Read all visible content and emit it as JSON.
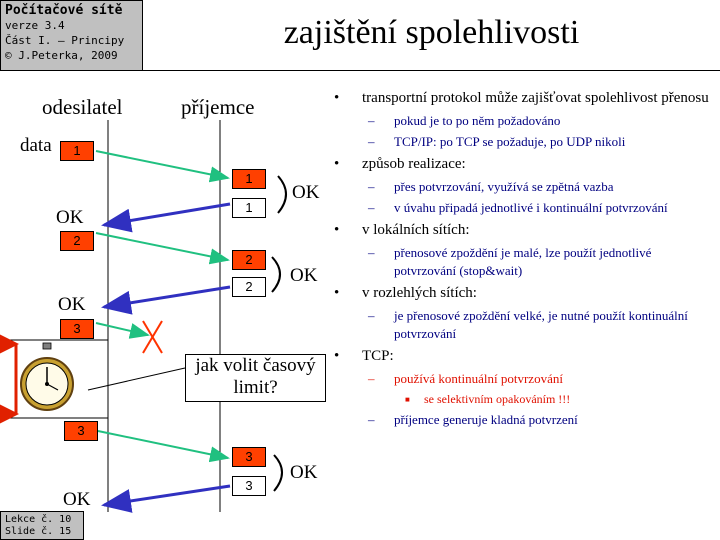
{
  "info": {
    "line1": "Počítačové sítě",
    "line2": "verze 3.4",
    "line3": "Část I. – Principy",
    "line4": "© J.Peterka, 2009"
  },
  "title": "zajištění spolehlivosti",
  "footer": {
    "lecture": "Lekce č. 10",
    "slide": "Slide č. 15"
  },
  "diagram": {
    "sender": "odesilatel",
    "receiver": "příjemce",
    "data_label": "data",
    "ok": "OK",
    "callout_line1": "jak volit časový",
    "callout_line2": "limit?",
    "packets": [
      "1",
      "2",
      "3"
    ],
    "colors": {
      "packet_fill": "#ff4000",
      "data_arrow": "#20c080",
      "ack_arrow": "#3030c0",
      "lost_mark": "#ff3300",
      "timeout_arrow": "#e02000"
    }
  },
  "bullets": [
    {
      "text": "transportní protokol může zajišťovat spolehlivost přenosu",
      "subs": [
        "pokud je to po něm požadováno",
        "TCP/IP: po TCP se požaduje, po UDP nikoli"
      ]
    },
    {
      "text": "způsob realizace:",
      "subs": [
        "přes potvrzování, využívá se zpětná vazba",
        "v úvahu připadá jednotlivé i kontinuální potvrzování"
      ]
    },
    {
      "text": "v lokálních sítích:",
      "subs": [
        "přenosové zpoždění je malé, lze použít jednotlivé potvrzování (stop&wait)"
      ]
    },
    {
      "text": "v rozlehlých sítích:",
      "subs": [
        "je přenosové zpoždění velké, je nutné použít kontinuální potvrzování"
      ]
    },
    {
      "text": "TCP:",
      "sub_red": "používá kontinuální potvrzování",
      "subsub": "se selektivním opakováním !!!",
      "sub_last": "příjemce generuje kladná potvrzení"
    }
  ]
}
